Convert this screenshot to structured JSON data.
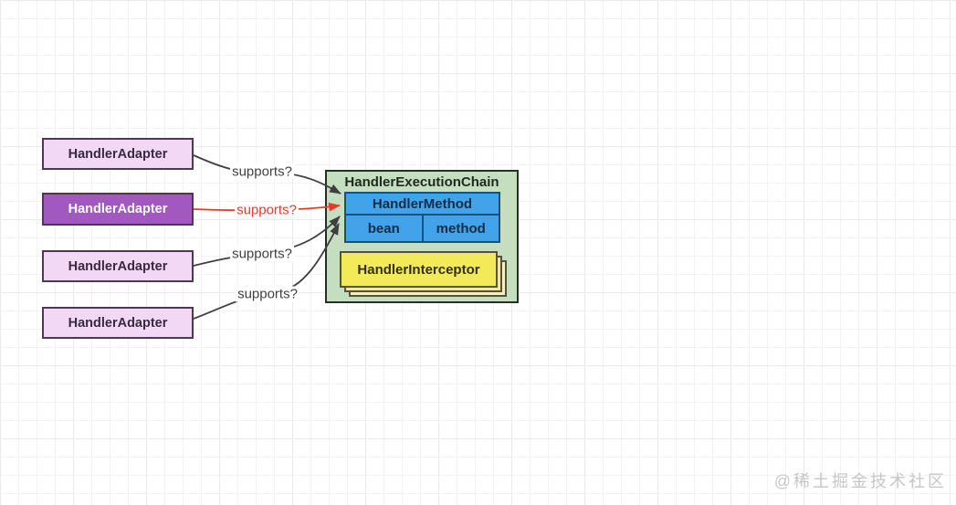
{
  "diagram": {
    "adapters": [
      {
        "label": "HandlerAdapter",
        "variant": "light"
      },
      {
        "label": "HandlerAdapter",
        "variant": "dark-highlighted"
      },
      {
        "label": "HandlerAdapter",
        "variant": "light"
      },
      {
        "label": "HandlerAdapter",
        "variant": "light"
      }
    ],
    "edges": [
      {
        "label": "supports?",
        "highlighted": false
      },
      {
        "label": "supports?",
        "highlighted": true
      },
      {
        "label": "supports?",
        "highlighted": false
      },
      {
        "label": "supports?",
        "highlighted": false
      }
    ],
    "chain": {
      "title": "HandlerExecutionChain",
      "handler_method": {
        "title": "HandlerMethod",
        "bean_label": "bean",
        "method_label": "method"
      },
      "interceptor_label": "HandlerInterceptor"
    },
    "colors": {
      "adapter_light_fill": "#f2d8f4",
      "adapter_dark_fill": "#a159c0",
      "chain_fill": "#c6dec0",
      "handler_method_fill": "#42a3ea",
      "interceptor_fill": "#f2ea59",
      "edge_default": "#3f3f3f",
      "edge_highlight": "#e8392d"
    }
  },
  "watermark": "@稀土掘金技术社区"
}
